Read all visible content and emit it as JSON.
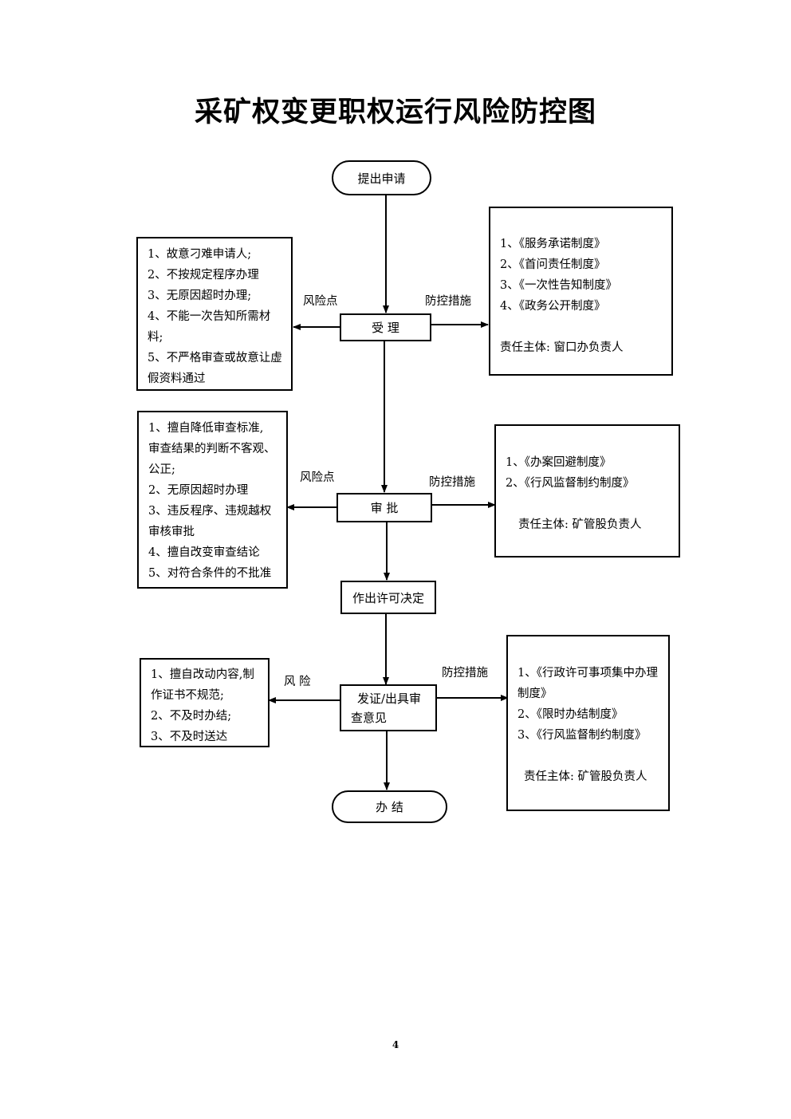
{
  "title": "采矿权变更职权运行风险防控图",
  "page_number": "4",
  "nodes": {
    "start": "提出申请",
    "accept": "受 理",
    "approve": "审  批",
    "decide": "作出许可决定",
    "issue_line1": "发证/出具审",
    "issue_line2": "查意见",
    "end": "办  结"
  },
  "labels": {
    "risk1": "风险点",
    "measure1": "防控措施",
    "risk2": "风险点",
    "measure2": "防控措施",
    "risk3": "风  险",
    "measure3": "防控措施"
  },
  "risk_boxes": {
    "accept": [
      "1、故意刁难申请人;",
      "2、不按规定程序办理",
      "3、无原因超时办理;",
      "4、不能一次告知所需材",
      "料;",
      "5、不严格审查或故意让虚",
      "假资料通过"
    ],
    "approve": [
      "1、擅自降低审查标准,",
      "审查结果的判断不客观、",
      "公正;",
      "2、无原因超时办理",
      "3、违反程序、违规越权",
      "审核审批",
      "4、擅自改变审查结论",
      "5、对符合条件的不批准"
    ],
    "issue": [
      "1、擅自改动内容,制",
      "作证书不规范;",
      "2、不及时办结;",
      "3、不及时送达"
    ]
  },
  "measure_boxes": {
    "accept": {
      "items": [
        "1、《服务承诺制度》",
        "2、《首问责任制度》",
        "3、《一次性告知制度》",
        "4、《政务公开制度》"
      ],
      "responsible": "责任主体: 窗口办负责人"
    },
    "approve": {
      "items": [
        "1、《办案回避制度》",
        "2、《行风监督制约制度》"
      ],
      "responsible": "责任主体: 矿管股负责人"
    },
    "issue": {
      "items": [
        "1、《行政许可事项集中办理",
        "制度》",
        "2、《限时办结制度》",
        "3、《行风监督制约制度》"
      ],
      "responsible": "责任主体: 矿管股负责人"
    }
  }
}
